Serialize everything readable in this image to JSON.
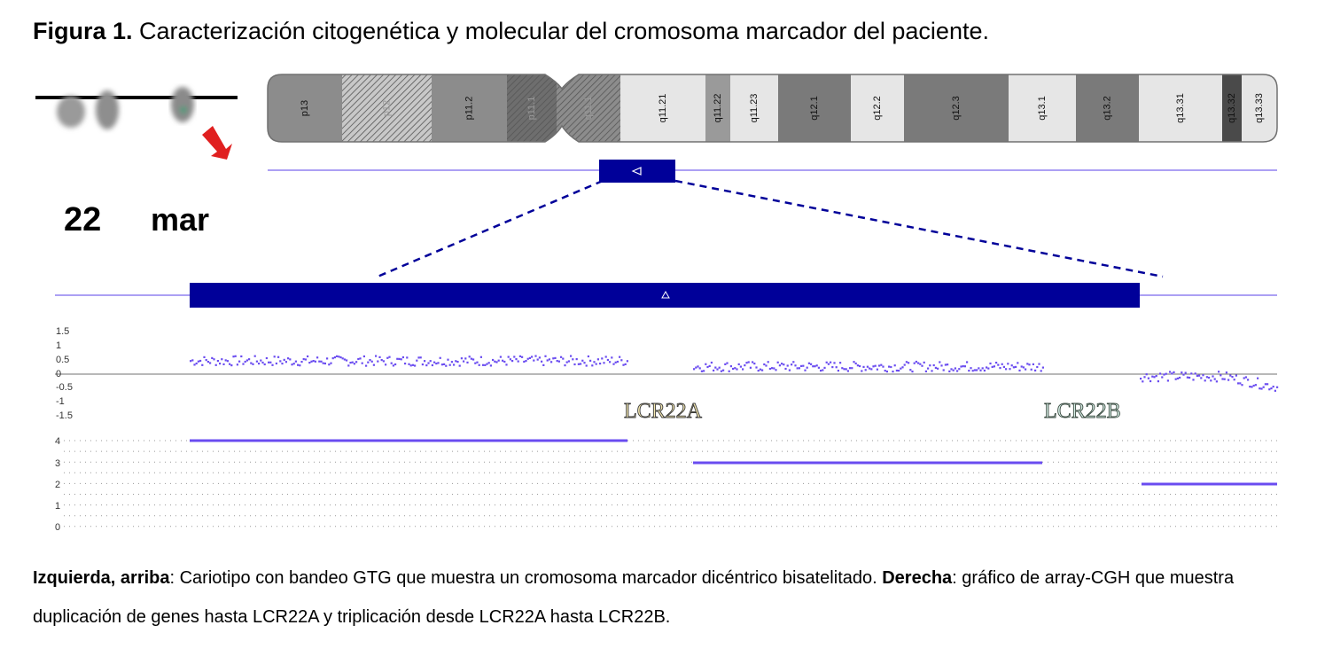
{
  "figure": {
    "title_prefix": "Figura 1.",
    "title_text": " Caracterización citogenética y molecular del cromosoma marcador del paciente."
  },
  "karyotype": {
    "label_normal": "22",
    "label_marker": "mar",
    "arrow_color": "#e02020"
  },
  "ideogram": {
    "bands": [
      {
        "name": "p13",
        "shade": "#8c8c8c",
        "pattern": "solid"
      },
      {
        "name": "p12",
        "shade": "#c8c8c8",
        "pattern": "hatch"
      },
      {
        "name": "p11.2",
        "shade": "#8c8c8c",
        "pattern": "solid"
      },
      {
        "name": "p11.1",
        "shade": "#6e6e6e",
        "pattern": "hatch"
      },
      {
        "name": "q11.1",
        "shade": "#8c8c8c",
        "pattern": "hatch"
      },
      {
        "name": "q11.21",
        "shade": "#e6e6e6",
        "pattern": "solid"
      },
      {
        "name": "q11.22",
        "shade": "#9a9a9a",
        "pattern": "solid"
      },
      {
        "name": "q11.23",
        "shade": "#e6e6e6",
        "pattern": "solid"
      },
      {
        "name": "q12.1",
        "shade": "#7a7a7a",
        "pattern": "solid"
      },
      {
        "name": "q12.2",
        "shade": "#e6e6e6",
        "pattern": "solid"
      },
      {
        "name": "q12.3",
        "shade": "#7a7a7a",
        "pattern": "solid"
      },
      {
        "name": "q13.1",
        "shade": "#e6e6e6",
        "pattern": "solid"
      },
      {
        "name": "q13.2",
        "shade": "#7a7a7a",
        "pattern": "solid"
      },
      {
        "name": "q13.31",
        "shade": "#e6e6e6",
        "pattern": "solid"
      },
      {
        "name": "q13.32",
        "shade": "#4a4a4a",
        "pattern": "solid"
      },
      {
        "name": "q13.33",
        "shade": "#e6e6e6",
        "pattern": "solid"
      }
    ],
    "selection_color": "#000099",
    "guide_color": "#7b68ee"
  },
  "plot": {
    "log2_ticks": [
      "1.5",
      "1",
      "0.5",
      "0",
      "-0.5",
      "-1",
      "-1.5"
    ],
    "copy_ticks": [
      "4",
      "3",
      "2",
      "1",
      "0"
    ],
    "markers": [
      "LCR22A",
      "LCR22B"
    ],
    "point_color": "#6a4cf0"
  },
  "chart_data": {
    "type": "scatter",
    "xlabel": "",
    "ylabel": "",
    "ylim": [
      -1.5,
      1.5
    ],
    "series": [
      {
        "segment": "hasta LCR22A",
        "mean_log2": 0.5,
        "copy_number": 4
      },
      {
        "segment": "LCR22A - LCR22B",
        "mean_log2": 0.3,
        "copy_number": 3
      },
      {
        "segment": "desde LCR22B",
        "mean_log2": -0.05,
        "copy_number": 2
      }
    ]
  },
  "caption": {
    "left_label": "Izquierda, arriba",
    "left_text": ": Cariotipo con bandeo GTG que muestra un cromosoma marcador dicéntrico bisatelitado. ",
    "right_label": "Derecha",
    "right_text": ": gráfico de array-CGH que muestra duplicación de genes hasta LCR22A y triplicación desde LCR22A hasta LCR22B."
  }
}
